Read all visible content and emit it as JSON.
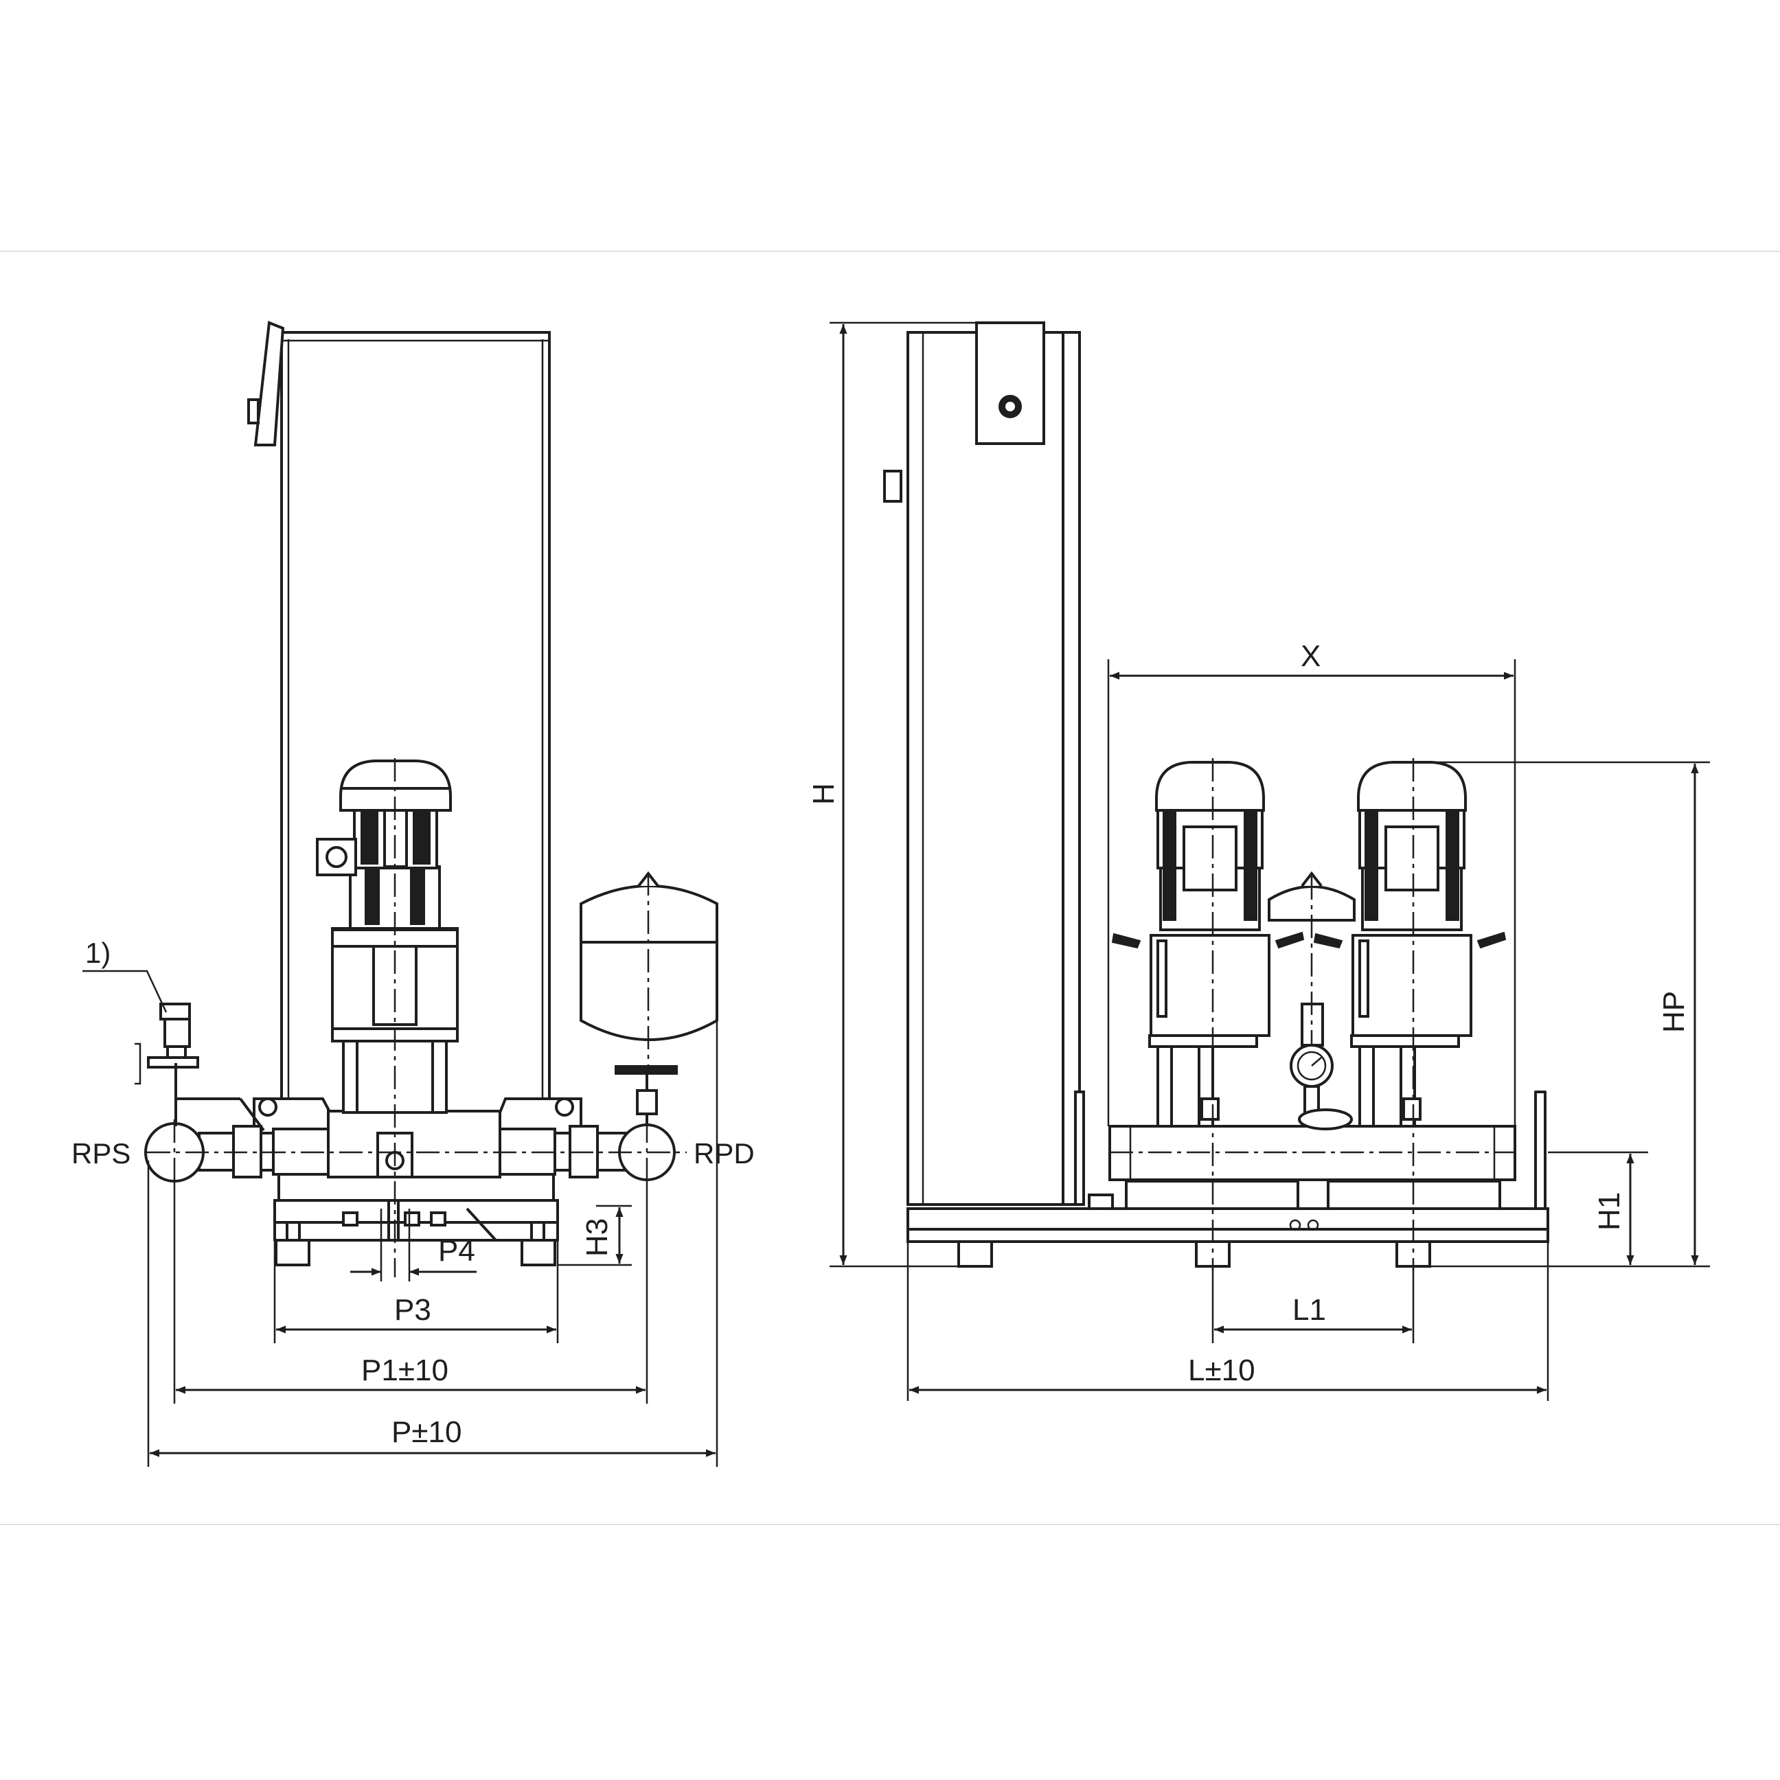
{
  "labels": {
    "note_ref": "1)",
    "suction_port": "RPS",
    "discharge_port": "RPD",
    "dim_p4": "P4",
    "dim_p3": "P3",
    "dim_h3": "H3",
    "dim_p1": "P1±10",
    "dim_p": "P±10",
    "dim_h": "H",
    "dim_x": "X",
    "dim_hp": "HP",
    "dim_h1": "H1",
    "dim_l1": "L1",
    "dim_l": "L±10"
  }
}
